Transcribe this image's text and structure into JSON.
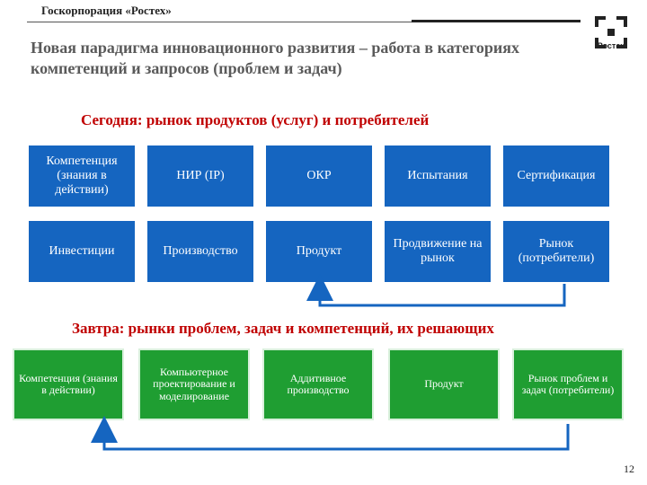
{
  "header": {
    "org": "Госкорпорация «Ростех»",
    "logo_text": "Ростех",
    "title": "Новая парадигма инновационного развития – работа в категориях компетенций и запросов (проблем и задач)"
  },
  "today": {
    "heading": "Сегодня: рынок продуктов (услуг) и потребителей",
    "row1": [
      "Компетенция (знания в действии)",
      "НИР (IP)",
      "ОКР",
      "Испытания",
      "Сертификация"
    ],
    "row2": [
      "Инвестиции",
      "Производство",
      "Продукт",
      "Продвижение на рынок",
      "Рынок (потребители)"
    ]
  },
  "tomorrow": {
    "heading": "Завтра: рынки проблем, задач и компетенций, их решающих",
    "boxes": [
      "Компетенция (знания в действии)",
      "Компьютерное проектирование и моделирование",
      "Аддитивное производство",
      "Продукт",
      "Рынок проблем и задач (потребители)"
    ]
  },
  "colors": {
    "blue": "#1565c0",
    "green": "#1f9e32",
    "heading_red": "#c00000",
    "arrow": "#1565c0"
  },
  "page_number": "12"
}
